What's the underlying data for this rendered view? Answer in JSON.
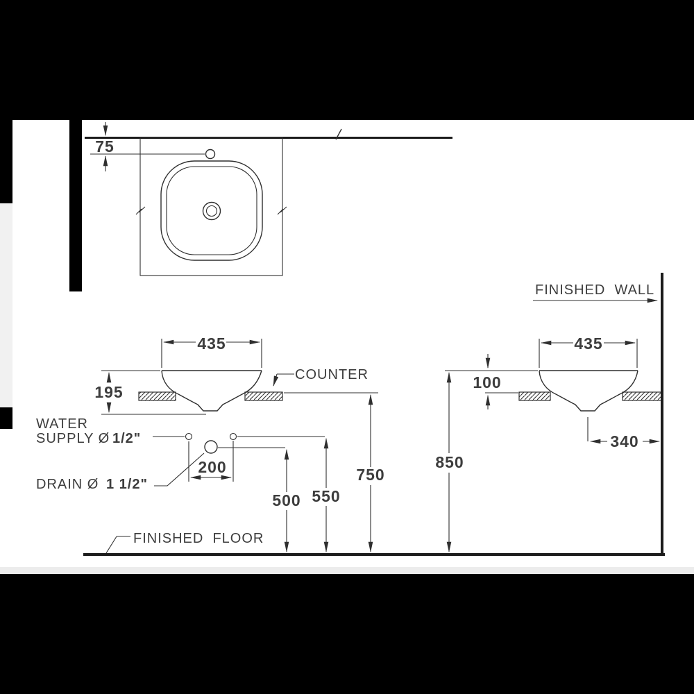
{
  "drawing": {
    "labels": {
      "finished_wall": "FINISHED  WALL",
      "counter": "COUNTER",
      "water_supply_line1": "WATER",
      "water_supply_line2": "SUPPLY Ø",
      "water_supply_size": "1/2\"",
      "drain_label": "DRAIN Ø",
      "drain_size": "1 1/2\"",
      "finished_floor": "FINISHED  FLOOR"
    },
    "dimensions": {
      "faucet_offset": "75",
      "basin_width_left": "435",
      "basin_width_right": "435",
      "basin_total_height": "195",
      "rim_above_counter": "100",
      "supply_spacing": "200",
      "drain_height": "500",
      "supply_height": "550",
      "counter_height": "750",
      "rim_height": "850",
      "drain_offset_wall": "340"
    },
    "colors": {
      "line": "#2f2f2f",
      "text": "#3d3d3d",
      "background": "#ffffff",
      "letterbox": "#000000",
      "scroll_inset": "#f1f1f1"
    }
  }
}
